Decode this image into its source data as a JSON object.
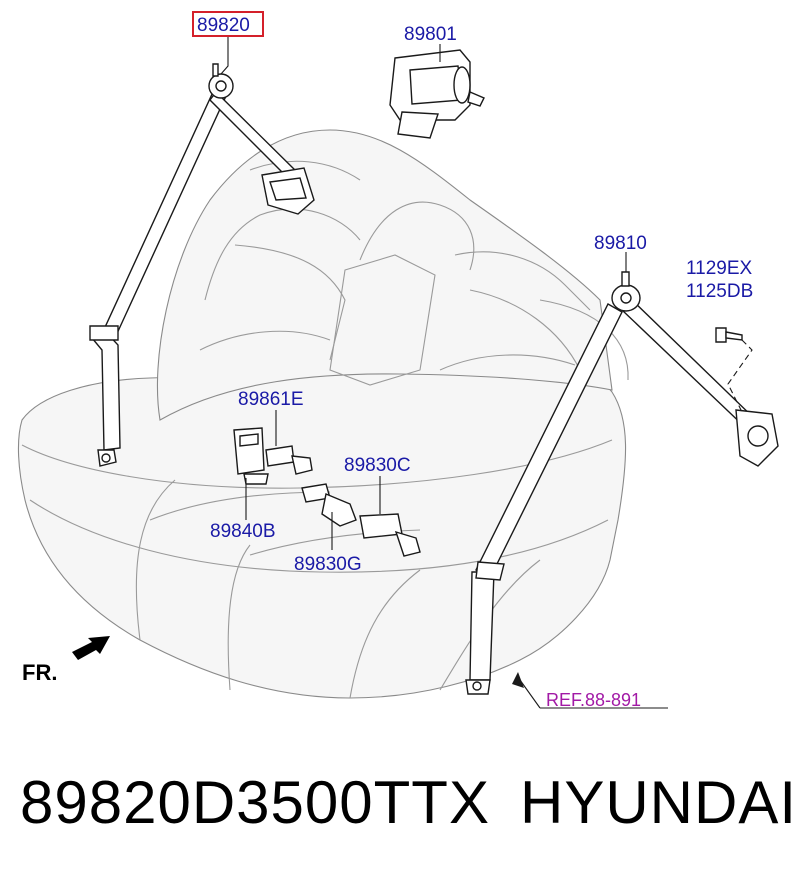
{
  "diagram": {
    "highlighted_part": "89820",
    "labels": {
      "p89820": "89820",
      "p89801": "89801",
      "p89810": "89810",
      "p1129ex": "1129EX",
      "p1125db": "1125DB",
      "p89861e": "89861E",
      "p89830c": "89830C",
      "p89840b": "89840B",
      "p89830g": "89830G",
      "ref": "REF.88-891",
      "front": "FR."
    },
    "colors": {
      "label": "#1a1aa6",
      "highlight_box": "#d4202a",
      "ref": "#a21aa6"
    }
  },
  "footer": {
    "part_number": "89820D3500TTX",
    "brand": "HYUNDAI"
  }
}
